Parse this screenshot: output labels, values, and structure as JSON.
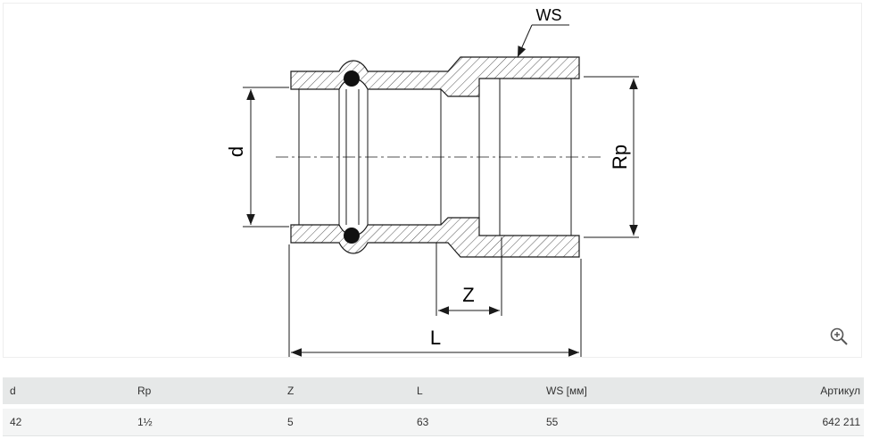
{
  "drawing": {
    "labels": {
      "ws": "WS",
      "d": "d",
      "rp": "Rp",
      "z": "Z",
      "l": "L"
    },
    "zoom_icon": "zoom-in-icon"
  },
  "table": {
    "headers": [
      "d",
      "Rp",
      "Z",
      "L",
      "WS [мм]",
      "Артикул"
    ],
    "rows": [
      [
        "42",
        "1½",
        "5",
        "63",
        "55",
        "642 211"
      ]
    ]
  },
  "colors": {
    "line": "#1a1a1a",
    "hatch": "#555555",
    "header_bg": "#e6e8e8",
    "row_bg": "#f4f5f5"
  }
}
